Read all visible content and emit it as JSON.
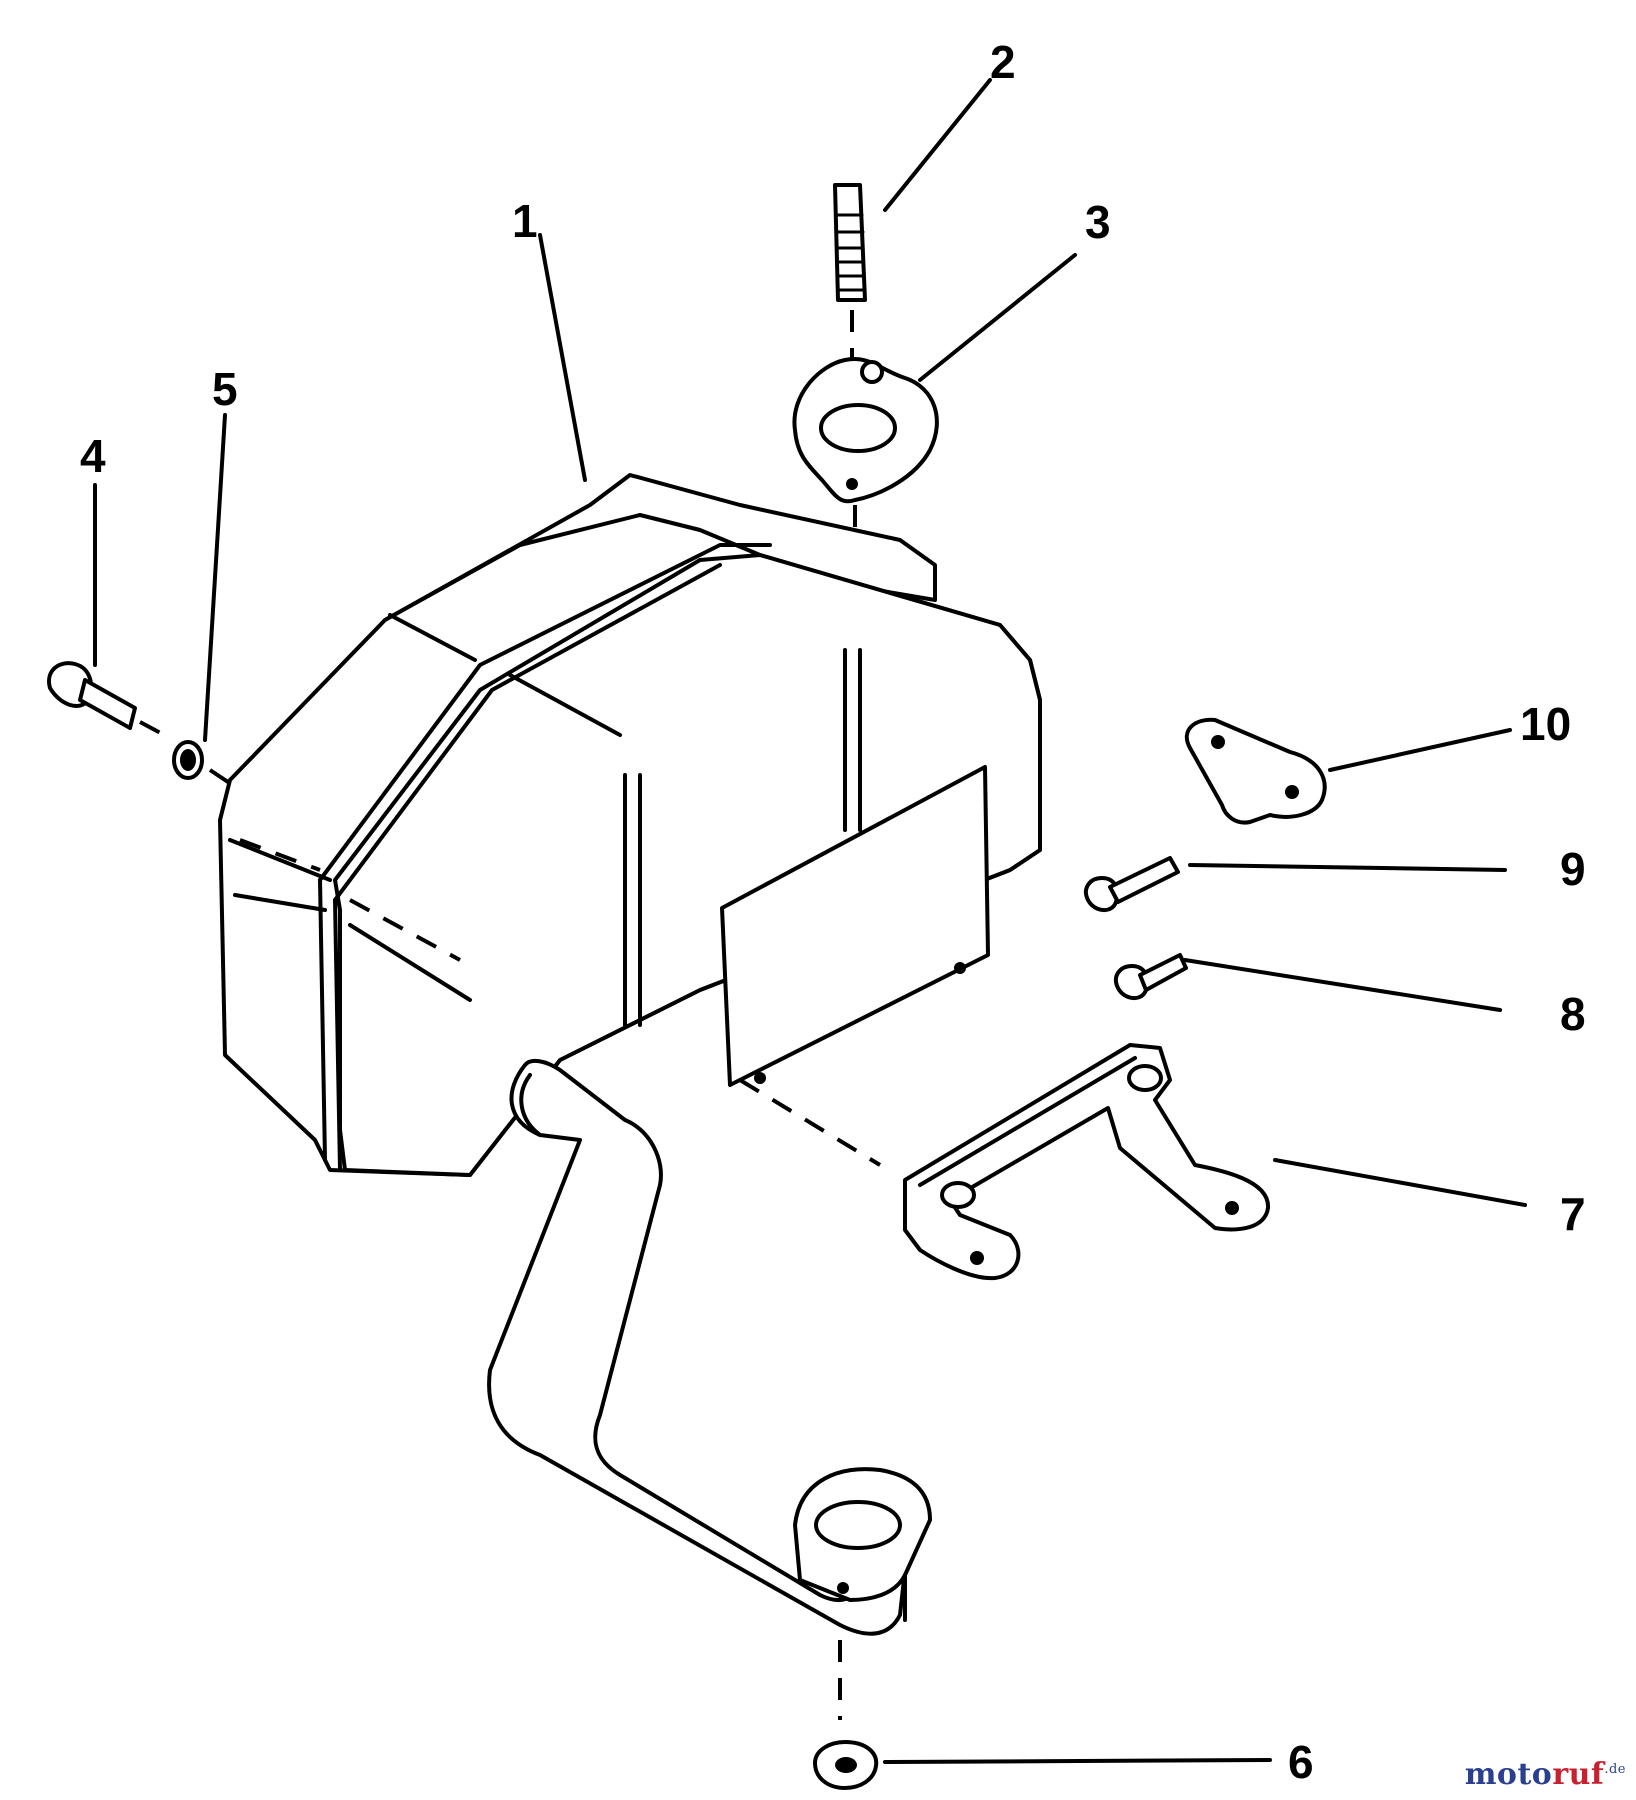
{
  "callouts": {
    "c1": "1",
    "c2": "2",
    "c3": "3",
    "c4": "4",
    "c5": "5",
    "c6": "6",
    "c7": "7",
    "c8": "8",
    "c9": "9",
    "c10": "10"
  },
  "watermark": {
    "part_a": "moto",
    "part_b": "ruf",
    "part_c": ".de"
  }
}
